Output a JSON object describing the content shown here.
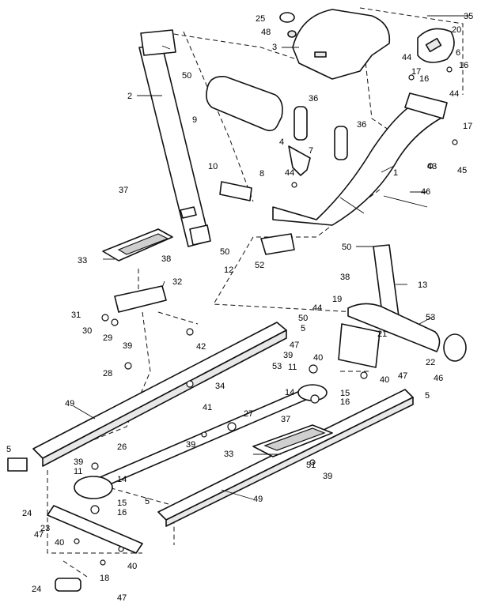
{
  "callouts": {
    "c1": "1",
    "c2": "2",
    "c3": "3",
    "c4": "4",
    "c5a": "5",
    "c5b": "5",
    "c5c": "5",
    "c5d": "5",
    "c6": "6",
    "c7": "7",
    "c8": "8",
    "c9": "9",
    "c10": "10",
    "c11a": "11",
    "c11b": "11",
    "c12": "12",
    "c13": "13",
    "c14a": "14",
    "c14b": "14",
    "c15a": "15",
    "c15b": "15",
    "c16a": "16",
    "c16b": "16",
    "c16c": "16",
    "c16d": "16",
    "c17a": "17",
    "c17b": "17",
    "c18": "18",
    "c19": "19",
    "c20": "20",
    "c21": "21",
    "c22": "22",
    "c23": "23",
    "c24a": "24",
    "c24b": "24",
    "c25": "25",
    "c26": "26",
    "c27": "27",
    "c28": "28",
    "c29": "29",
    "c30": "30",
    "c31": "31",
    "c32": "32",
    "c33a": "33",
    "c33b": "33",
    "c34": "34",
    "c35": "35",
    "c36a": "36",
    "c36b": "36",
    "c37a": "37",
    "c37b": "37",
    "c38a": "38",
    "c38b": "38",
    "c39a": "39",
    "c39b": "39",
    "c39c": "39",
    "c39d": "39",
    "c39e": "39",
    "c40a": "40",
    "c40b": "40",
    "c40c": "40",
    "c40d": "40",
    "c41": "41",
    "c42": "42",
    "c43": "43",
    "c44a": "44",
    "c44b": "44",
    "c44c": "44",
    "c44d": "44",
    "c45": "45",
    "c46a": "46",
    "c46b": "46",
    "c47a": "47",
    "c47b": "47",
    "c47c": "47",
    "c47d": "47",
    "c48": "48",
    "c49a": "49",
    "c49b": "49",
    "c50a": "50",
    "c50b": "50",
    "c50c": "50",
    "c50d": "50",
    "c51": "51",
    "c52": "52",
    "c53a": "53",
    "c53b": "53"
  }
}
